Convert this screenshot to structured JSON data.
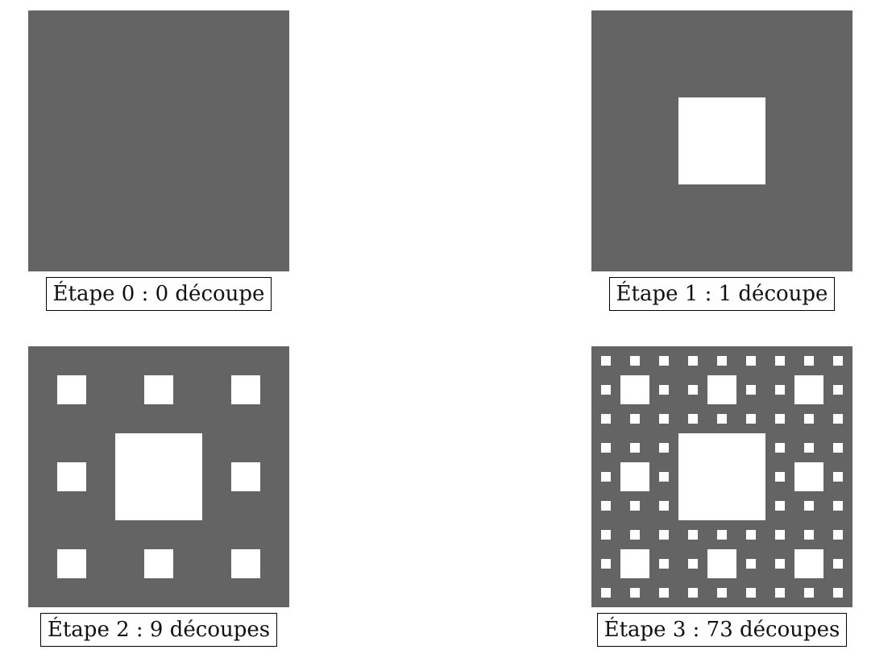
{
  "colors": {
    "fill": "#646464",
    "cut": "#ffffff"
  },
  "stages": [
    {
      "level": 0,
      "caption": "Étape 0 : 0 découpe"
    },
    {
      "level": 1,
      "caption": "Étape 1 : 1 découpe"
    },
    {
      "level": 2,
      "caption": "Étape 2 : 9 découpes"
    },
    {
      "level": 3,
      "caption": "Étape 3 : 73 découpes"
    }
  ]
}
